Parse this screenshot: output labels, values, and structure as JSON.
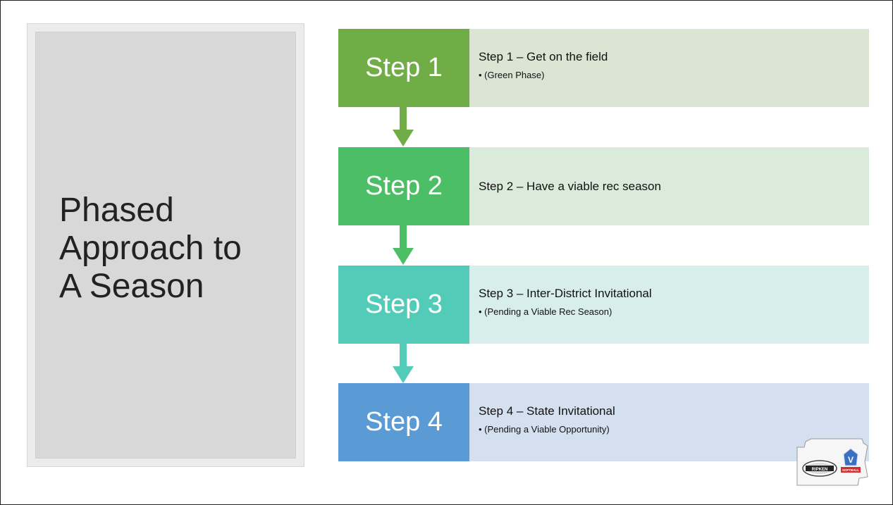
{
  "title": "Phased\nApproach to\nA Season",
  "steps": [
    {
      "label": "Step 1",
      "title": "Step 1 – Get on the field",
      "sub": "• (Green Phase)",
      "color": "#70ad47",
      "desc_bg": "#dae5d3"
    },
    {
      "label": "Step 2",
      "title": "Step 2 – Have a viable rec season",
      "sub": "",
      "color": "#4bbe66",
      "desc_bg": "#daeadb"
    },
    {
      "label": "Step 3",
      "title": "Step 3 – Inter-District Invitational",
      "sub": "• (Pending a Viable Rec Season)",
      "color": "#52cbb8",
      "desc_bg": "#d7eeea"
    },
    {
      "label": "Step 4",
      "title": "Step 4 – State Invitational",
      "sub": "• (Pending a Viable Opportunity)",
      "color": "#5b9bd5",
      "desc_bg": "#d4e0f0"
    }
  ],
  "logo": {
    "left_text": "RIPKEN",
    "right_text": "SOFTBALL"
  }
}
